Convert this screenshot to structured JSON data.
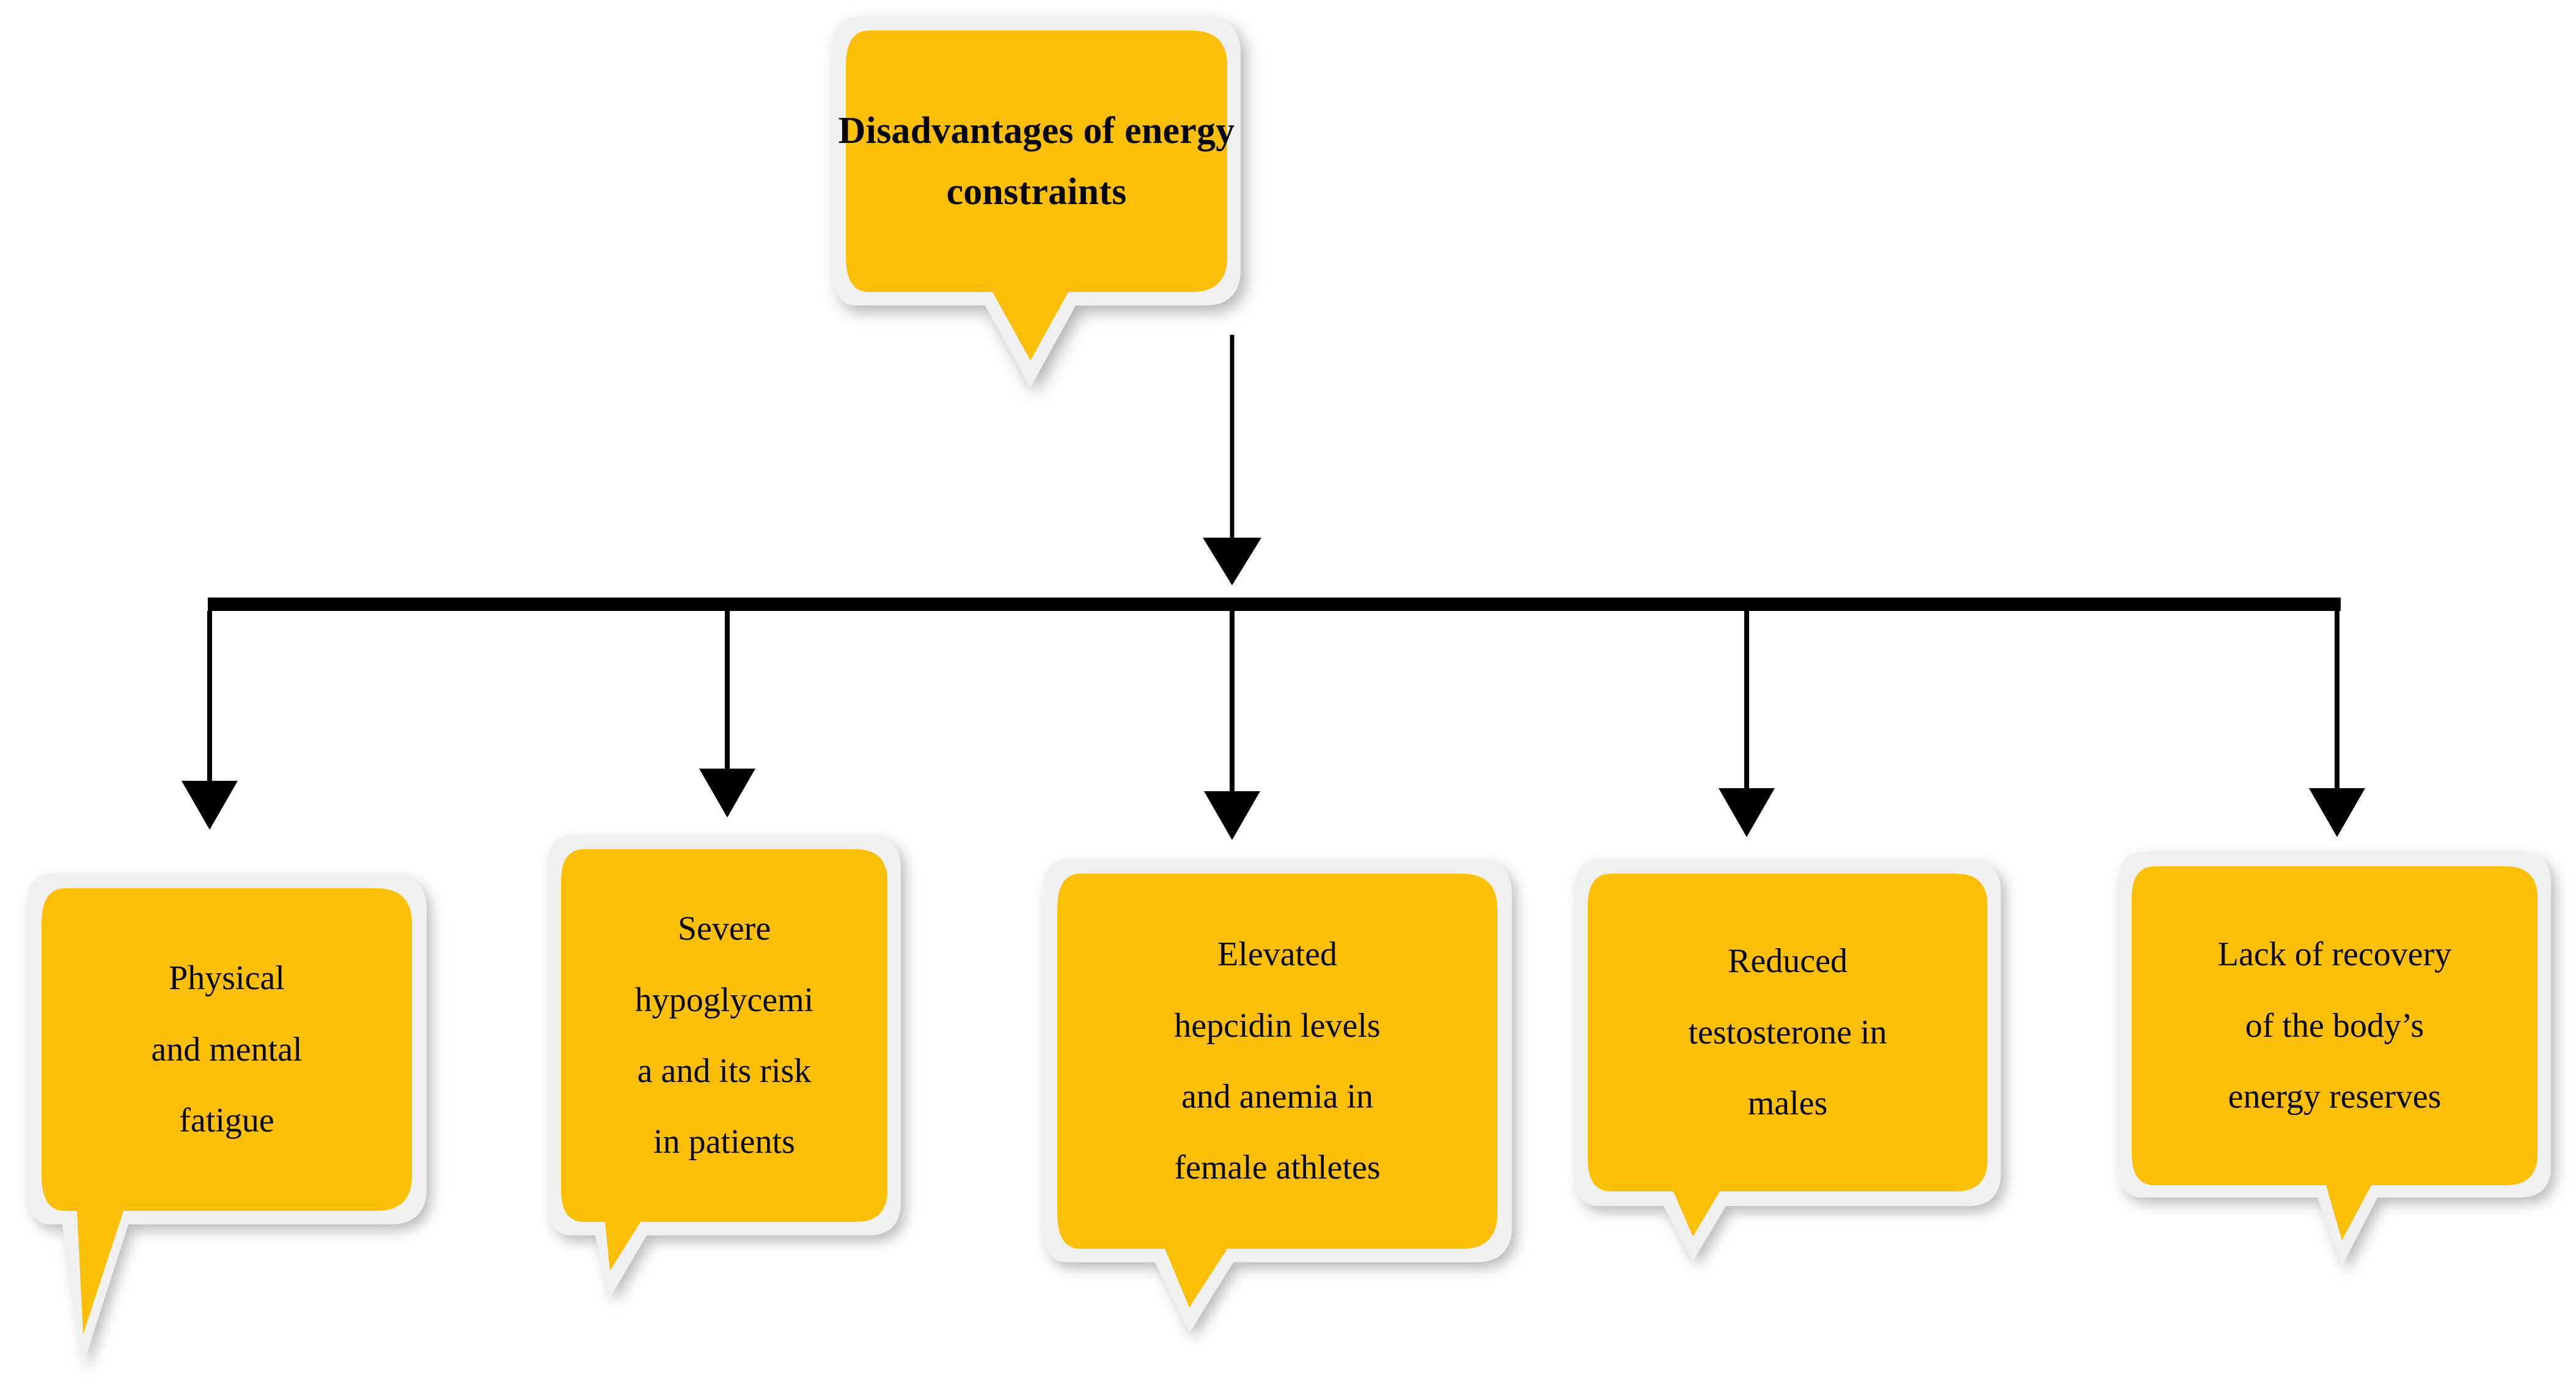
{
  "diagram": {
    "type": "tree-flowchart",
    "orientation": "top-down",
    "root": {
      "id": "root",
      "title_lines": [
        "Disadvantages of energy",
        "constraints"
      ],
      "title": "Disadvantages of energy constraints"
    },
    "branches": [
      {
        "id": "branch-1",
        "lines": [
          "Physical",
          "and mental",
          "fatigue"
        ],
        "text": "Physical and mental fatigue"
      },
      {
        "id": "branch-2",
        "lines": [
          "Severe",
          "hypoglycemi",
          "a and its risk",
          "in patients"
        ],
        "text": "Severe hypoglycemia and its risk in patients"
      },
      {
        "id": "branch-3",
        "lines": [
          "Elevated",
          "hepcidin levels",
          "and anemia in",
          "female athletes"
        ],
        "text": "Elevated hepcidin levels and anemia in female athletes"
      },
      {
        "id": "branch-4",
        "lines": [
          "Reduced",
          "testosterone in",
          "males"
        ],
        "text": "Reduced testosterone in males"
      },
      {
        "id": "branch-5",
        "lines": [
          "Lack of recovery",
          "of the body’s",
          "energy reserves"
        ],
        "text": "Lack of recovery of the body’s energy reserves"
      }
    ],
    "colors": {
      "node_fill": "#FCBF08",
      "node_border": "#F0F0F0",
      "connector": "#000000",
      "background": "#FFFFFF",
      "text": "#050505",
      "shadow": "rgba(0,0,0,0.28)"
    },
    "connector_count": 5
  }
}
